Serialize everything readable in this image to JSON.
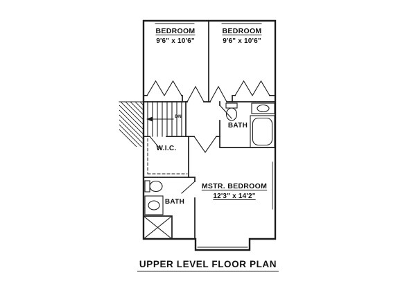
{
  "title": "UPPER LEVEL FLOOR PLAN",
  "rooms": {
    "bedroom1": {
      "name": "BEDROOM",
      "dims": "9'6\" x 10'6\""
    },
    "bedroom2": {
      "name": "BEDROOM",
      "dims": "9'6\" x 10'6\""
    },
    "bath_upper": {
      "name": "BATH"
    },
    "wic": {
      "name": "W.I.C."
    },
    "bath_lower": {
      "name": "BATH"
    },
    "master": {
      "name": "MSTR. BEDROOM",
      "dims": "12'3\" x 14'2\""
    }
  },
  "stairs": {
    "label": "DN"
  },
  "colors": {
    "line": "#1c1c1c",
    "background": "#ffffff"
  }
}
